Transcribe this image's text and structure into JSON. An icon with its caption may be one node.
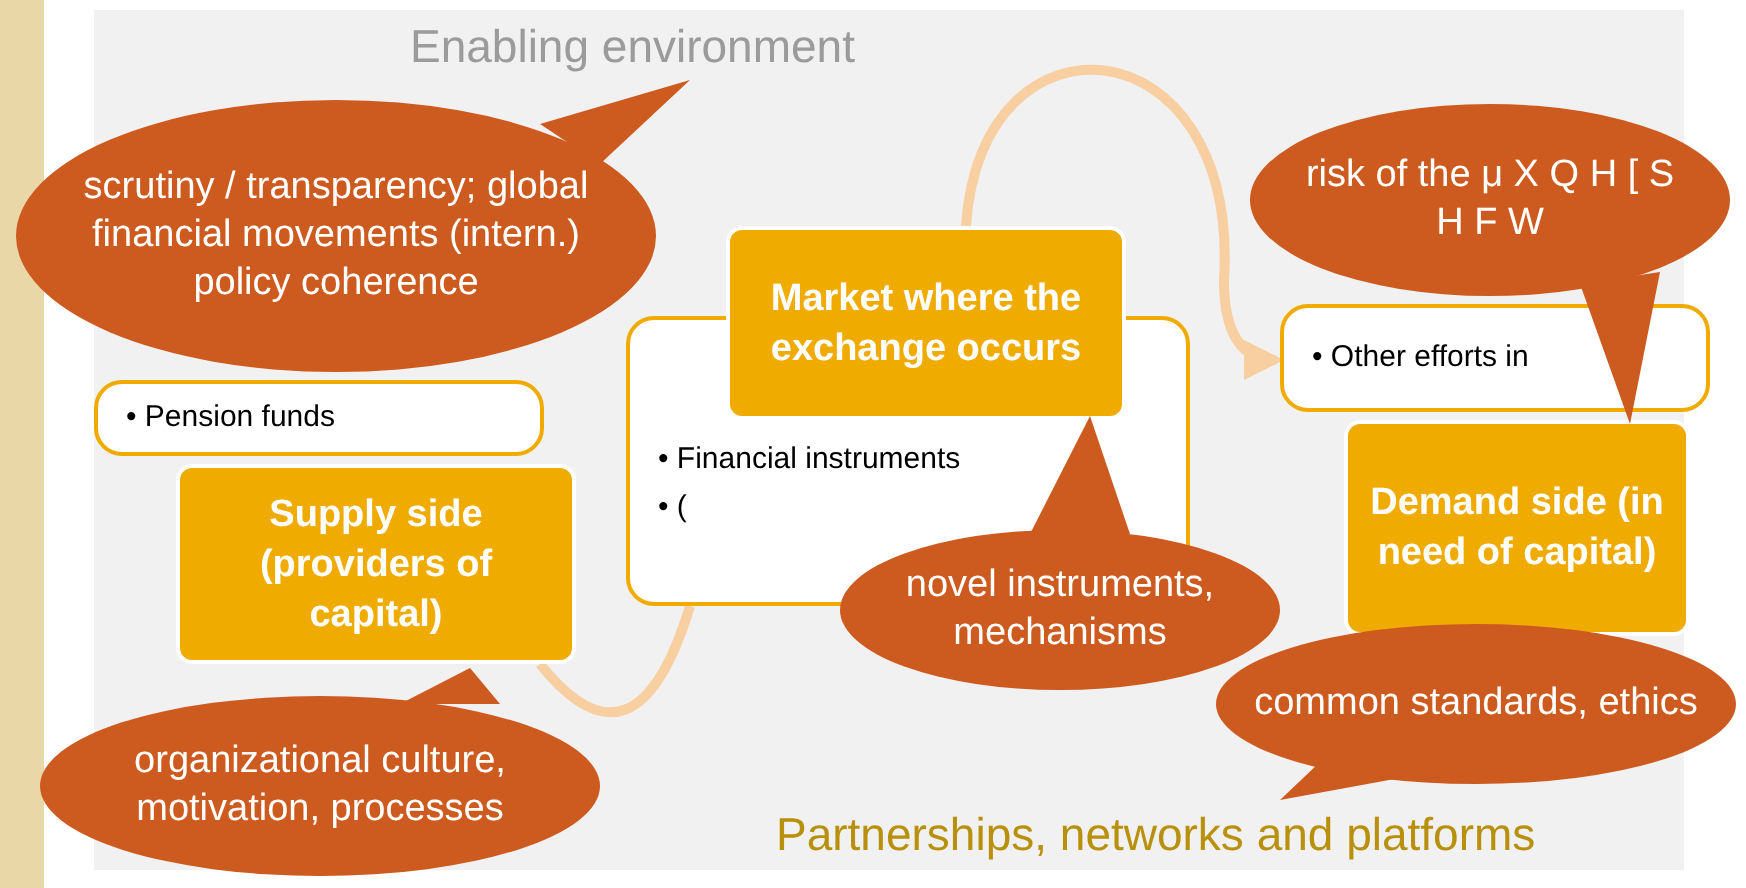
{
  "diagram": {
    "nodes": [
      {
        "text": [
          "• Pension funds"
        ]
      },
      {
        "text": [
          "Supply side (providers of capital)"
        ]
      },
      {
        "text": [
          "• Financial instruments",
          "• ("
        ]
      },
      {
        "text": [
          "Market where the exchange occurs"
        ]
      },
      {
        "text": [
          "• Other efforts in"
        ]
      },
      {
        "text": [
          "Demand side (in need of capital)"
        ]
      },
      {
        "text": [
          "scrutiny / transparency; global financial movements (intern.) policy coherence"
        ]
      },
      {
        "text": [
          "risk of the μ X Q H [ S H F W"
        ]
      },
      {
        "text": [
          "novel instruments, mechanisms"
        ]
      },
      {
        "text": [
          "organizational culture, motivation, processes"
        ]
      },
      {
        "text": [
          "common standards, ethics"
        ]
      }
    ],
    "edges": [
      {
        "from": 3,
        "to": 4,
        "arrow": "to"
      },
      {
        "from": 1,
        "to": 2,
        "arrow": "none"
      }
    ],
    "labels": [
      "Enabling environment",
      "Partnerships, networks and platforms"
    ]
  }
}
